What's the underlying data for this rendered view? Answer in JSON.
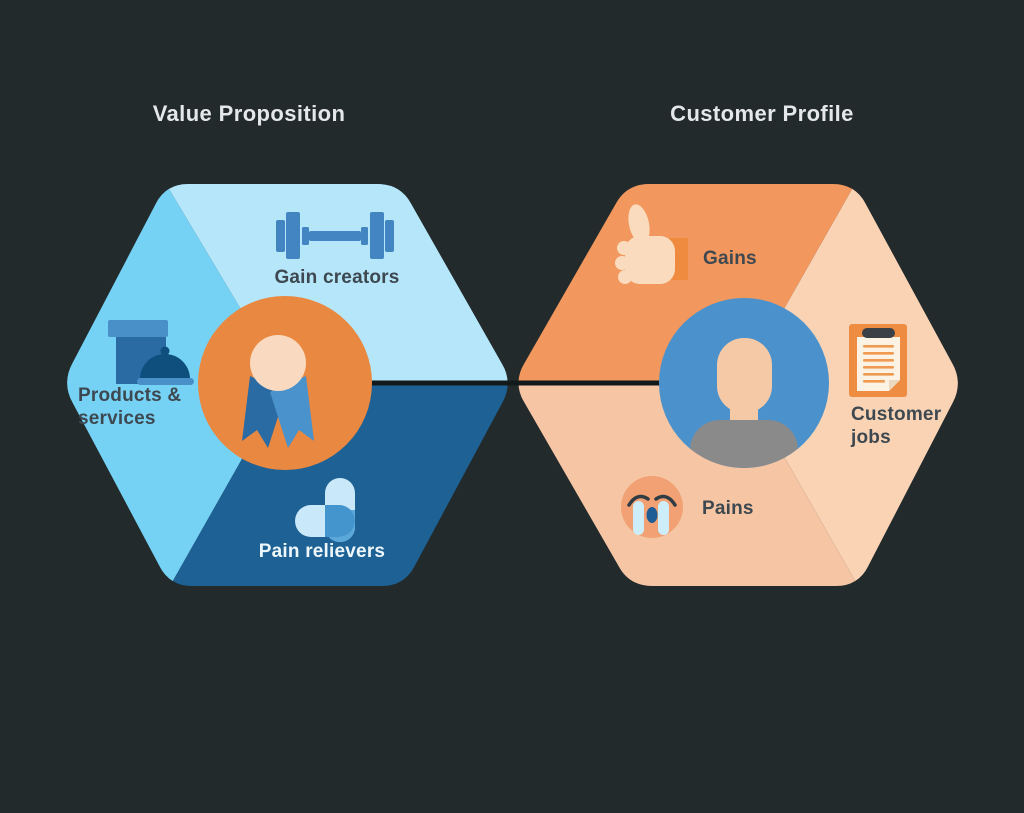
{
  "background_color": "#222a2c",
  "title_color": "#e4e8e9",
  "connector": {
    "color": "#121a1c",
    "width": 5
  },
  "diagram": {
    "left": {
      "title": "Value Proposition",
      "center_color": "#e98840",
      "center_icon": "award-ribbon",
      "segments": [
        {
          "id": "gain-creators",
          "label": "Gain creators",
          "lines": [
            "Gain creators"
          ],
          "icon": "dumbbell",
          "color": "#b5e6fa",
          "text_color": "#3e4850"
        },
        {
          "id": "products-services",
          "label": "Products & services",
          "lines": [
            "Products &",
            "services"
          ],
          "icon": "gift-box",
          "color": "#76d2f5",
          "text_color": "#3e4850"
        },
        {
          "id": "pain-relievers",
          "label": "Pain relievers",
          "lines": [
            "Pain relievers"
          ],
          "icon": "pills",
          "color": "#1e6195",
          "text_color": "#eef7fc"
        }
      ]
    },
    "right": {
      "title": "Customer Profile",
      "center_color": "#4b92cc",
      "center_icon": "person-avatar",
      "segments": [
        {
          "id": "gains",
          "label": "Gains",
          "lines": [
            "Gains"
          ],
          "icon": "thumbs-up",
          "color": "#f2975d",
          "text_color": "#3e4850"
        },
        {
          "id": "customer-jobs",
          "label": "Customer jobs",
          "lines": [
            "Customer",
            "jobs"
          ],
          "icon": "clipboard",
          "color": "#fad3b5",
          "text_color": "#3e4850"
        },
        {
          "id": "pains",
          "label": "Pains",
          "lines": [
            "Pains"
          ],
          "icon": "crying-face",
          "color": "#f6c5a3",
          "text_color": "#3e4850"
        }
      ]
    }
  }
}
